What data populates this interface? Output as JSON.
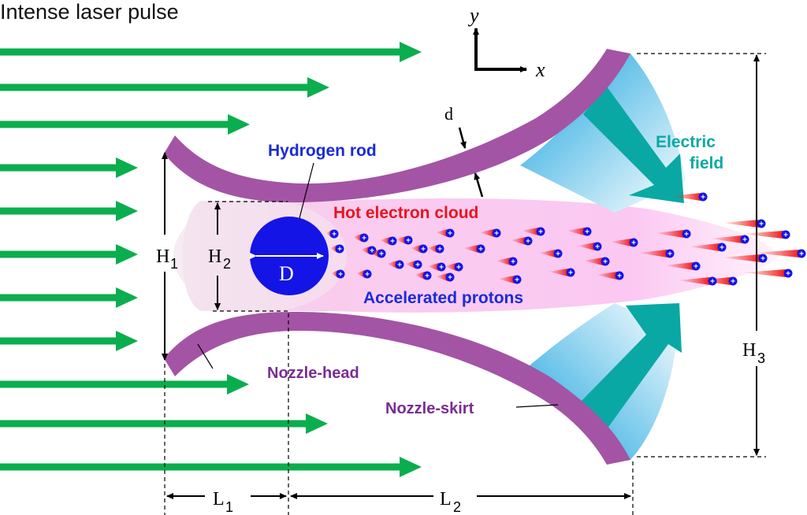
{
  "title": "Intense laser pulse",
  "axes": {
    "y_label": "y",
    "x_label": "x"
  },
  "labels": {
    "hydrogen_rod": "Hydrogen rod",
    "hot_electron_cloud": "Hot electron cloud",
    "accelerated_protons": "Accelerated protons",
    "electric_field_line1": "Electric",
    "electric_field_line2": "field",
    "nozzle_head": "Nozzle-head",
    "nozzle_skirt": "Nozzle-skirt"
  },
  "dimensions": {
    "d": "d",
    "D": "D",
    "H1": {
      "base": "H",
      "sub": "1"
    },
    "H2": {
      "base": "H",
      "sub": "2"
    },
    "H3": {
      "base": "H",
      "sub": "3"
    },
    "L1": {
      "base": "L",
      "sub": "1"
    },
    "L2": {
      "base": "L",
      "sub": "2"
    }
  },
  "colors": {
    "laser_green": "#0aae4e",
    "nozzle_purple": "#a454a4",
    "rod_blue": "#1414e6",
    "label_blue": "#1a2bd8",
    "label_red": "#e8141e",
    "field_teal": "#0aa8a4",
    "label_purple": "#7a2c94",
    "cloud_pink": "#fbc8f0",
    "field_blue": "#1aa6e0"
  },
  "laser_arrows": {
    "count": 11
  },
  "protons": {
    "count": 44,
    "symbol": "+"
  }
}
